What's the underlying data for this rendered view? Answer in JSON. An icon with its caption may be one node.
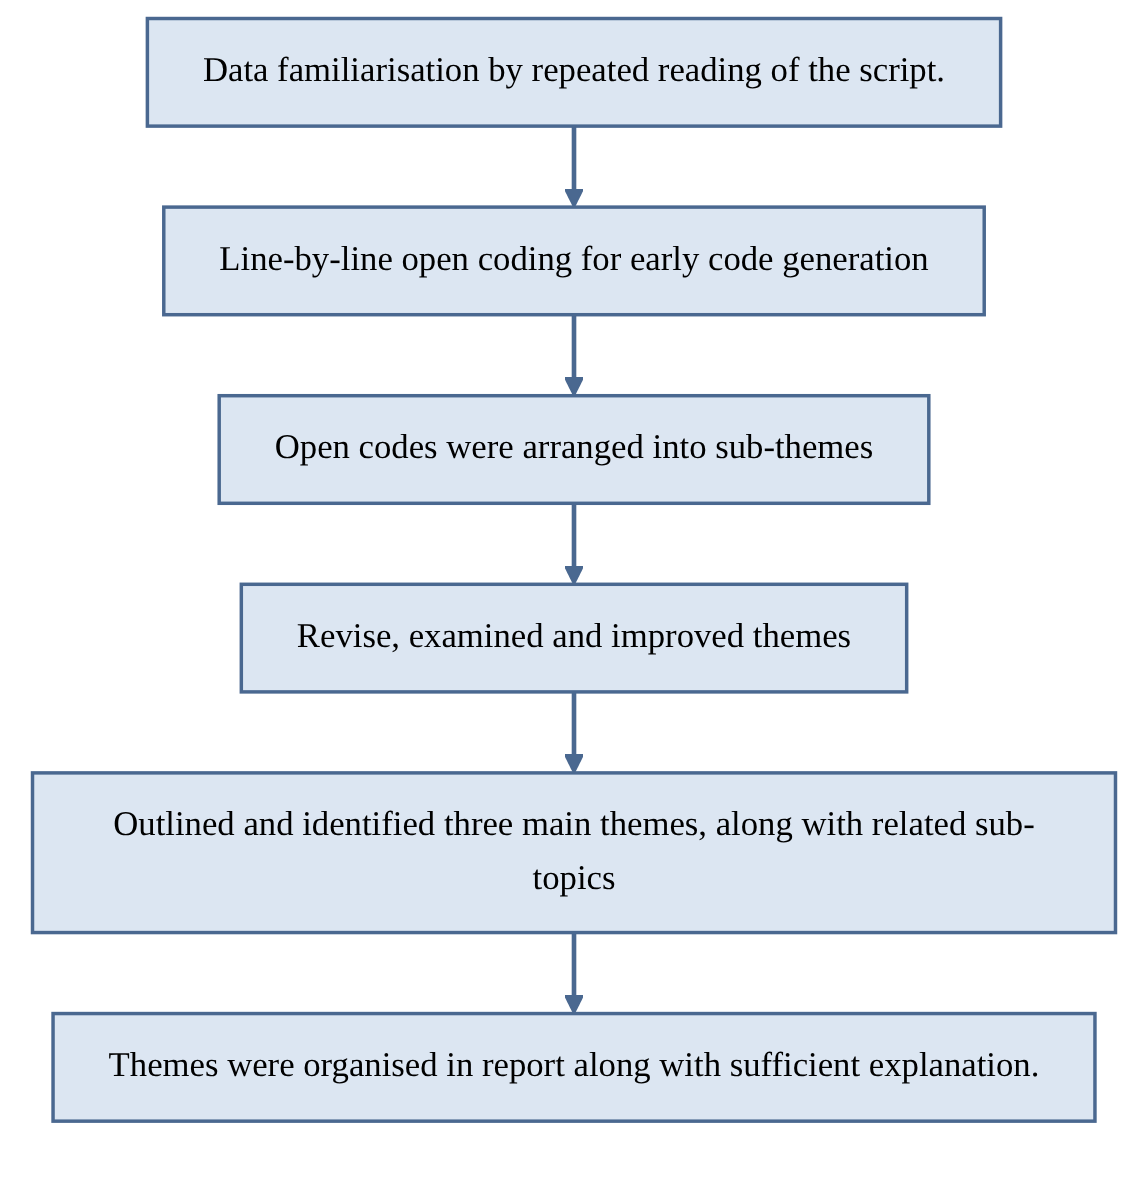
{
  "diagram": {
    "nodes": [
      {
        "text": [
          "Data familiarisation by repeated reading of the script."
        ]
      },
      {
        "text": [
          "Line-by-line open coding for early code generation"
        ]
      },
      {
        "text": [
          "Open codes were arranged into sub-themes"
        ]
      },
      {
        "text": [
          "Revise, examined and improved themes"
        ]
      },
      {
        "text": [
          "Outlined and identified three main themes, along with related sub-topics"
        ]
      },
      {
        "text": [
          "Themes were organised in report along with sufficient explanation."
        ]
      }
    ],
    "edges": [
      {
        "from": 0,
        "to": 1,
        "arrow": "to"
      },
      {
        "from": 1,
        "to": 2,
        "arrow": "to"
      },
      {
        "from": 2,
        "to": 3,
        "arrow": "to"
      },
      {
        "from": 3,
        "to": 4,
        "arrow": "to"
      },
      {
        "from": 4,
        "to": 5,
        "arrow": "to"
      }
    ]
  }
}
